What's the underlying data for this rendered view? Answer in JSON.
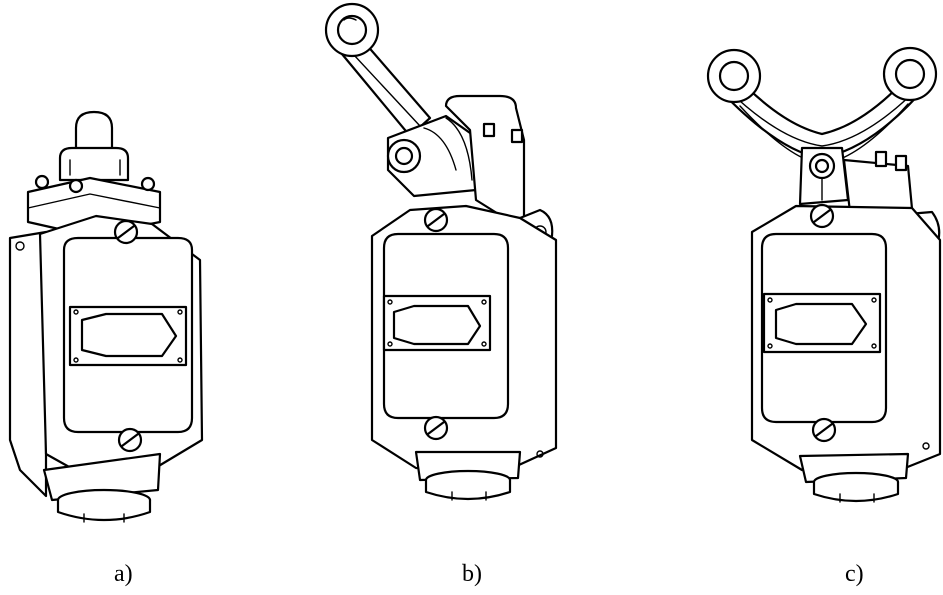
{
  "captions": {
    "a": "a)",
    "b": "b)",
    "c": "c)"
  },
  "colors": {
    "ink": "#000000",
    "paper": "#ffffff"
  }
}
